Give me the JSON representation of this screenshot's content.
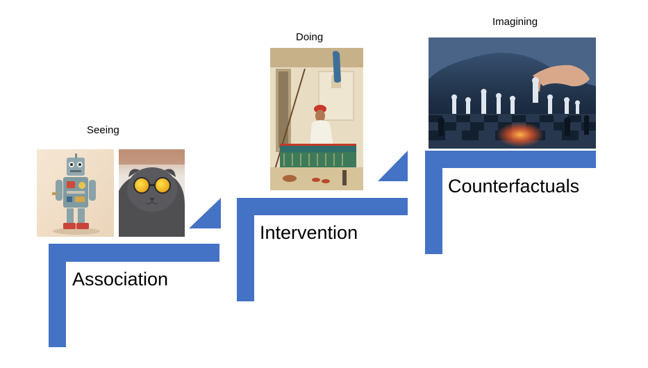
{
  "colors": {
    "step": "#4472c4",
    "background": "#ffffff"
  },
  "levels": [
    {
      "caption": "Seeing",
      "label": "Association",
      "images": [
        "robot-toy-photo",
        "cat-sunglasses-photo"
      ]
    },
    {
      "caption": "Doing",
      "label": "Intervention",
      "images": [
        "weaver-painting"
      ]
    },
    {
      "caption": "Imagining",
      "label": "Counterfactuals",
      "images": [
        "chess-hand-photo"
      ]
    }
  ]
}
